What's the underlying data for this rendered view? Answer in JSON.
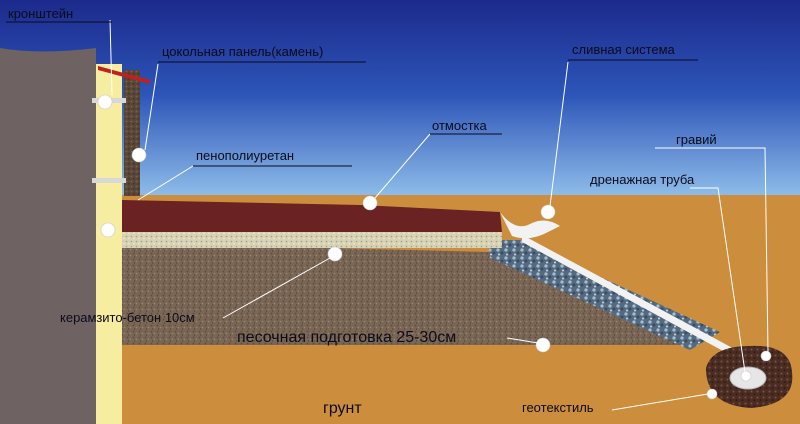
{
  "labels": {
    "bracket": "кронштейн",
    "plinth_panel": "цокольная панель(камень)",
    "drain_system": "сливная система",
    "blind_area": "отмостка",
    "gravel": "гравий",
    "pu_foam": "пенополиуретан",
    "drain_pipe": "дренажная труба",
    "claydite_concrete": "керамзито-бетон 10см",
    "sand_bed": "песочная подготовка 25-30см",
    "ground": "грунт",
    "geotextile": "геотекстиль"
  },
  "colors": {
    "sky_top": "#1c2a8c",
    "sky_bottom": "#8ec2ec",
    "soil": "#cc8e3c",
    "wall": "#6e6262",
    "insulation": "#f6eda0",
    "blind_area": "#6a2222",
    "claydite_concrete": "#7a6655",
    "gravel": "#5d7488",
    "stone_panel": "#5a4636",
    "roof_edge": "#c02020",
    "pipe": "#f2f2f2"
  }
}
